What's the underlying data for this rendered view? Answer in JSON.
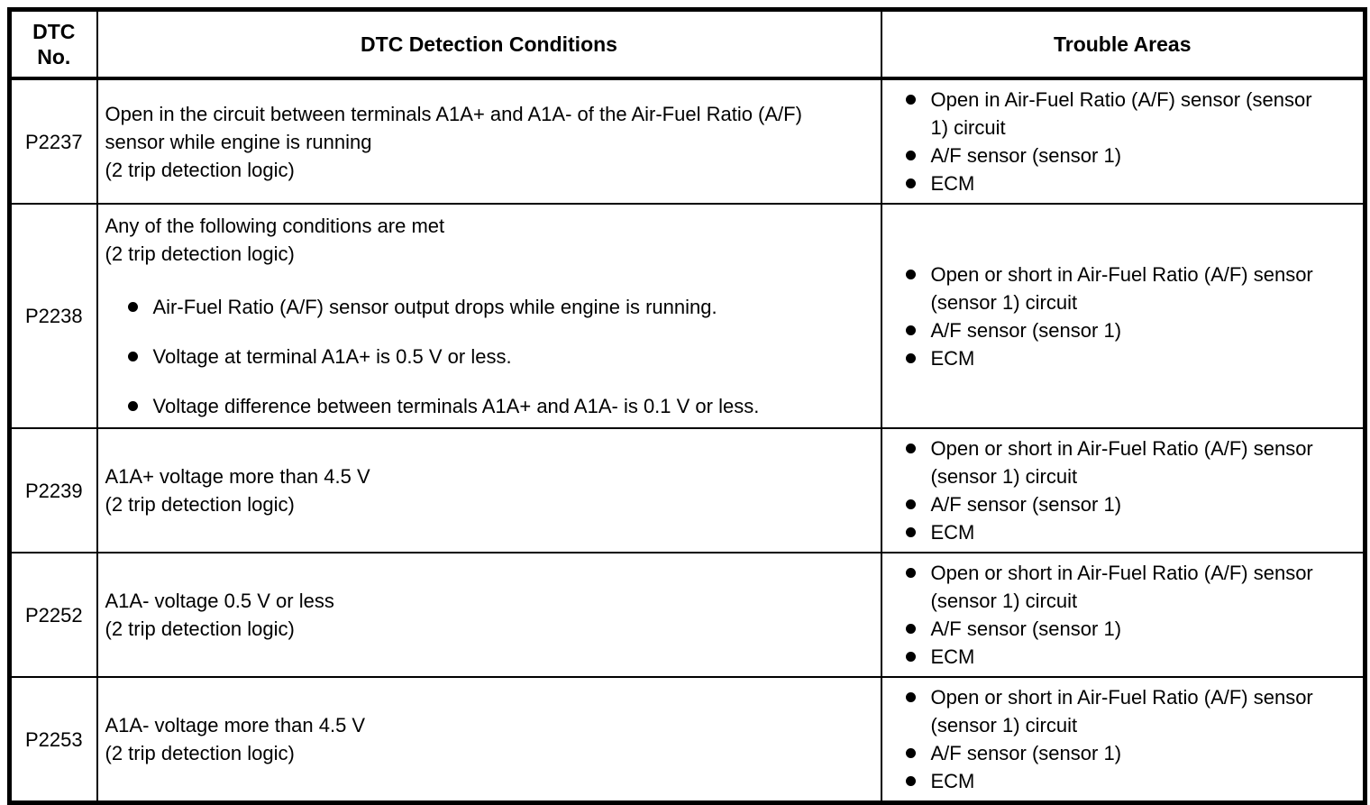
{
  "colors": {
    "background": "#ffffff",
    "border": "#000000",
    "text": "#000000"
  },
  "header": {
    "dtc_no_line1": "DTC",
    "dtc_no_line2": "No.",
    "detection_conditions": "DTC Detection Conditions",
    "trouble_areas": "Trouble Areas"
  },
  "rows": [
    {
      "dtc": "P2237",
      "conditions": {
        "text": "Open in the circuit between terminals A1A+ and A1A- of the Air-Fuel Ratio (A/F) sensor while engine is running",
        "note": "(2 trip detection logic)",
        "bullets": []
      },
      "trouble_areas": [
        "Open in Air-Fuel Ratio (A/F) sensor (sensor 1) circuit",
        "A/F sensor (sensor 1)",
        "ECM"
      ]
    },
    {
      "dtc": "P2238",
      "conditions": {
        "text": "Any of the following conditions are met",
        "note": "(2 trip detection logic)",
        "bullets": [
          "Air-Fuel Ratio (A/F) sensor output drops while engine is running.",
          "Voltage at terminal A1A+ is 0.5 V or less.",
          "Voltage difference between terminals A1A+ and A1A- is 0.1 V or less."
        ]
      },
      "trouble_areas": [
        "Open or short in Air-Fuel Ratio (A/F) sensor (sensor 1) circuit",
        "A/F sensor (sensor 1)",
        "ECM"
      ]
    },
    {
      "dtc": "P2239",
      "conditions": {
        "text": "A1A+ voltage more than 4.5 V",
        "note": "(2 trip detection logic)",
        "bullets": []
      },
      "trouble_areas": [
        "Open or short in Air-Fuel Ratio (A/F) sensor (sensor 1) circuit",
        "A/F sensor (sensor 1)",
        "ECM"
      ]
    },
    {
      "dtc": "P2252",
      "conditions": {
        "text": "A1A- voltage 0.5 V or less",
        "note": "(2 trip detection logic)",
        "bullets": []
      },
      "trouble_areas": [
        "Open or short in Air-Fuel Ratio (A/F) sensor (sensor 1) circuit",
        "A/F sensor (sensor 1)",
        "ECM"
      ]
    },
    {
      "dtc": "P2253",
      "conditions": {
        "text": "A1A- voltage more than 4.5 V",
        "note": "(2 trip detection logic)",
        "bullets": []
      },
      "trouble_areas": [
        "Open or short in Air-Fuel Ratio (A/F) sensor (sensor 1) circuit",
        "A/F sensor (sensor 1)",
        "ECM"
      ]
    }
  ]
}
